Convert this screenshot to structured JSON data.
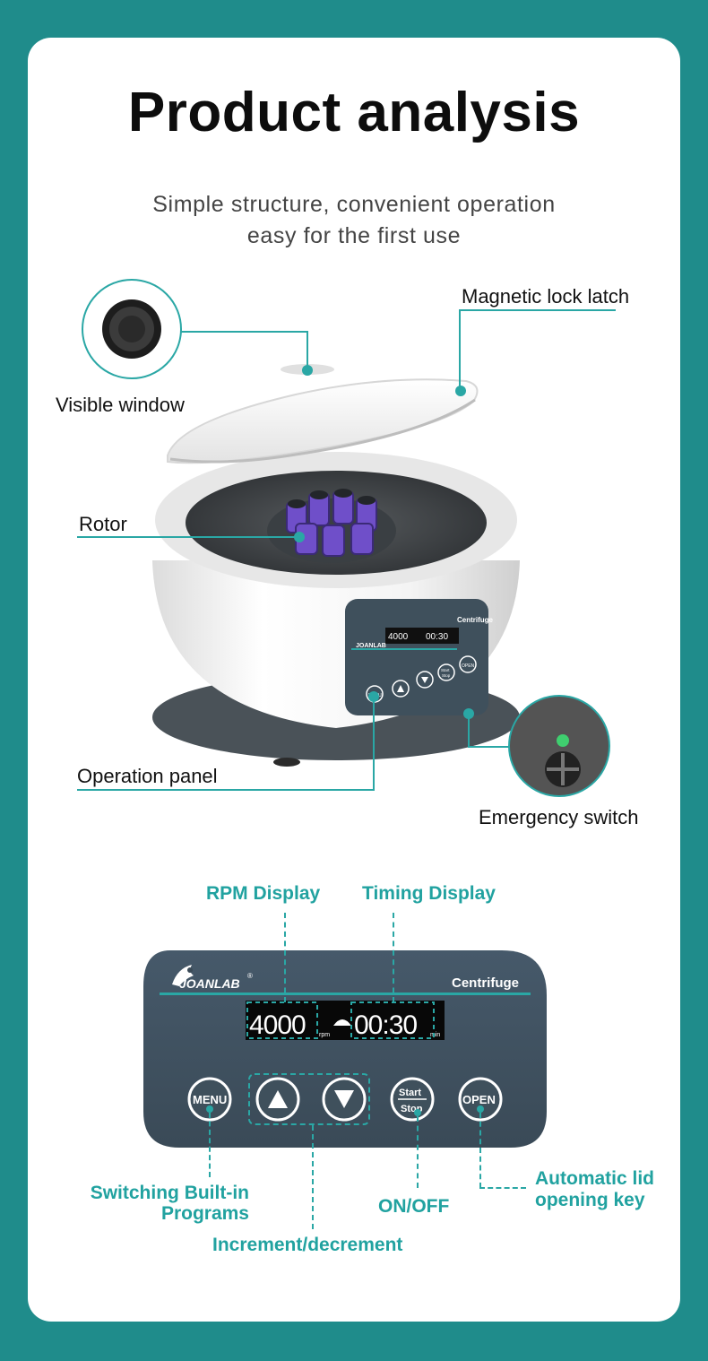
{
  "header": {
    "title": "Product analysis",
    "subtitle_line1": "Simple structure, convenient operation",
    "subtitle_line2": "easy for the first use"
  },
  "callouts": {
    "visible_window": "Visible window",
    "magnetic_lock": "Magnetic lock latch",
    "rotor": "Rotor",
    "operation_panel": "Operation panel",
    "emergency_switch": "Emergency switch"
  },
  "device_panel": {
    "brand": "JOANLAB",
    "model": "Centrifuge",
    "rpm": "4000",
    "time": "00:30",
    "menu": "MENU",
    "start": "Start",
    "stop": "Stop",
    "open": "OPEN"
  },
  "panel": {
    "brand": "JOANLAB",
    "trademark": "®",
    "model": "Centrifuge",
    "rpm_value": "4000",
    "rpm_unit": "rpm",
    "time_value": "00:30",
    "time_unit": "min",
    "menu_label": "MENU",
    "start_label": "Start",
    "stop_label": "Stop",
    "open_label": "OPEN"
  },
  "panel_labels": {
    "rpm_display": "RPM Display",
    "timing_display": "Timing Display",
    "switching_line1": "Switching Built-in",
    "switching_line2": "Programs",
    "onoff": "ON/OFF",
    "increment": "Increment/decrement",
    "auto_lid_line1": "Automatic lid",
    "auto_lid_line2": "opening key"
  },
  "colors": {
    "background": "#1f8c8b",
    "accent": "#2aa7a5",
    "panel": "#3f505c",
    "label_teal": "#21a2a0"
  }
}
